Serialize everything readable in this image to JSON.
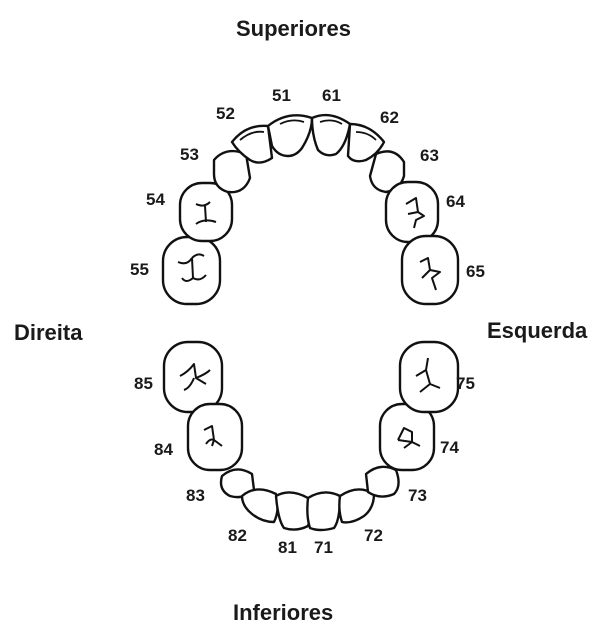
{
  "headings": {
    "upper": "Superiores",
    "lower": "Inferiores",
    "right": "Direita",
    "left": "Esquerda"
  },
  "teeth": {
    "upper_right": [
      "51",
      "52",
      "53",
      "54",
      "55"
    ],
    "upper_left": [
      "61",
      "62",
      "63",
      "64",
      "65"
    ],
    "lower_left": [
      "71",
      "72",
      "73",
      "74",
      "75"
    ],
    "lower_right": [
      "81",
      "82",
      "83",
      "84",
      "85"
    ]
  },
  "colors": {
    "outline": "#111111",
    "text": "#1a1a1a"
  }
}
